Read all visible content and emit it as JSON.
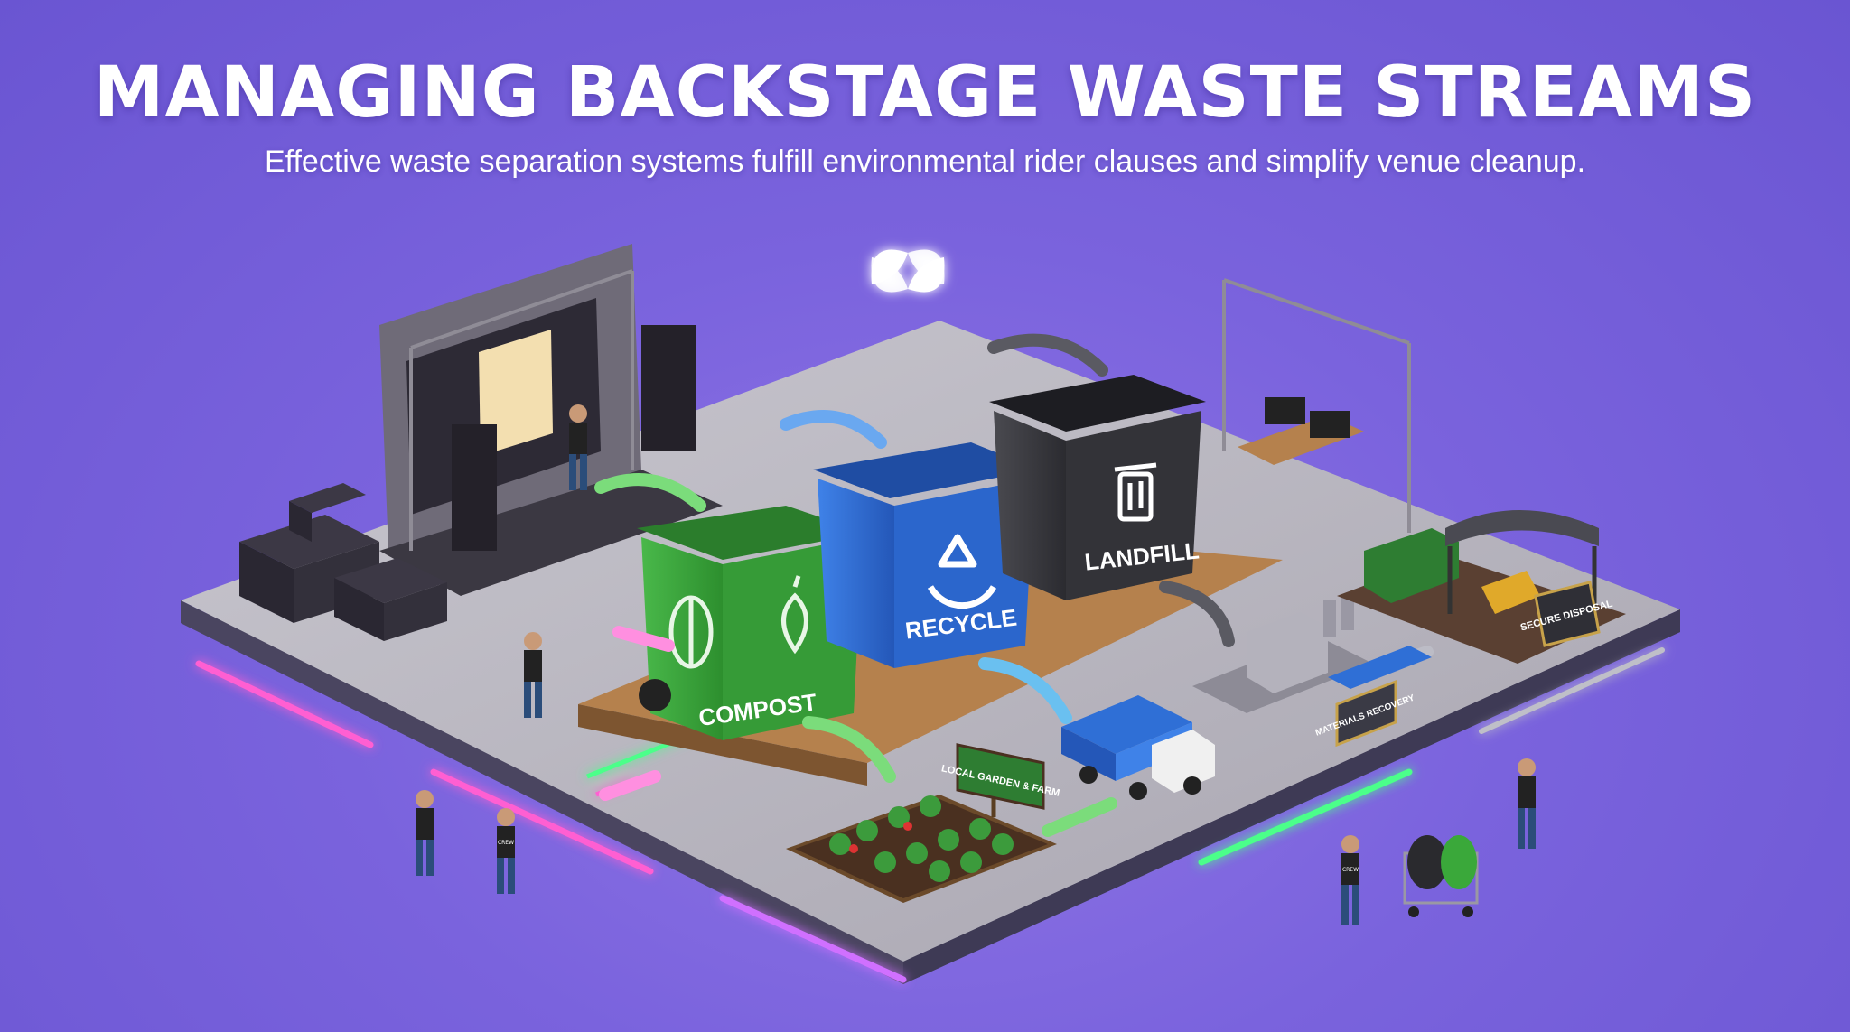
{
  "header": {
    "title": "MANAGING BACKSTAGE WASTE STREAMS",
    "subtitle": "Effective waste separation systems fulfill environmental rider clauses and simplify venue cleanup."
  },
  "bins": {
    "compost": "COMPOST",
    "recycle": "RECYCLE",
    "landfill": "LANDFILL"
  },
  "signs": {
    "garden": "LOCAL GARDEN & FARM",
    "recovery": "MATERIALS RECOVERY",
    "disposal": "SECURE DISPOSAL"
  },
  "crew_shirt": "CREW",
  "colors": {
    "background": "#7a63dd",
    "compost": "#3aa83a",
    "recycle": "#2f6fd6",
    "landfill": "#3a3a3f",
    "neon_pink": "#ff5fd2",
    "neon_green": "#4cff8a",
    "neon_cyan": "#3fe0ff"
  }
}
